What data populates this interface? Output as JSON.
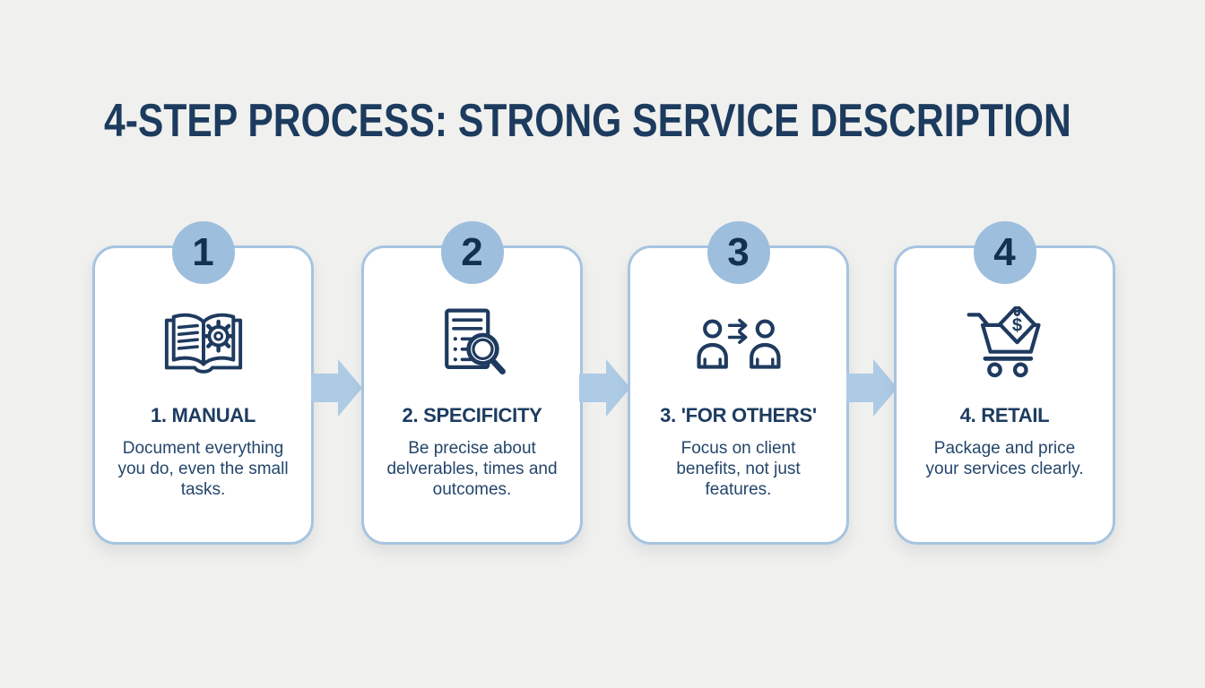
{
  "title": "4-STEP PROCESS: STRONG SERVICE DESCRIPTION",
  "colors": {
    "background": "#f0f0ee",
    "card_background": "#ffffff",
    "card_border": "#a6c4e0",
    "badge_fill": "#9dbedd",
    "arrow_fill": "#aecbe5",
    "navy_text": "#1c3b5e"
  },
  "steps": [
    {
      "number": "1",
      "icon": "open-book-gear-icon",
      "heading": "1. MANUAL",
      "description": "Document everything you do, even the small tasks."
    },
    {
      "number": "2",
      "icon": "document-magnifier-icon",
      "heading": "2. SPECIFICITY",
      "description": "Be precise about delverables, times and outcomes."
    },
    {
      "number": "3",
      "icon": "people-transfer-icon",
      "heading": "3. 'FOR OTHERS'",
      "description": "Focus on client benefits, not just features."
    },
    {
      "number": "4",
      "icon": "cart-price-tag-icon",
      "heading": "4. RETAIL",
      "description": "Package and price your services clearly."
    }
  ]
}
